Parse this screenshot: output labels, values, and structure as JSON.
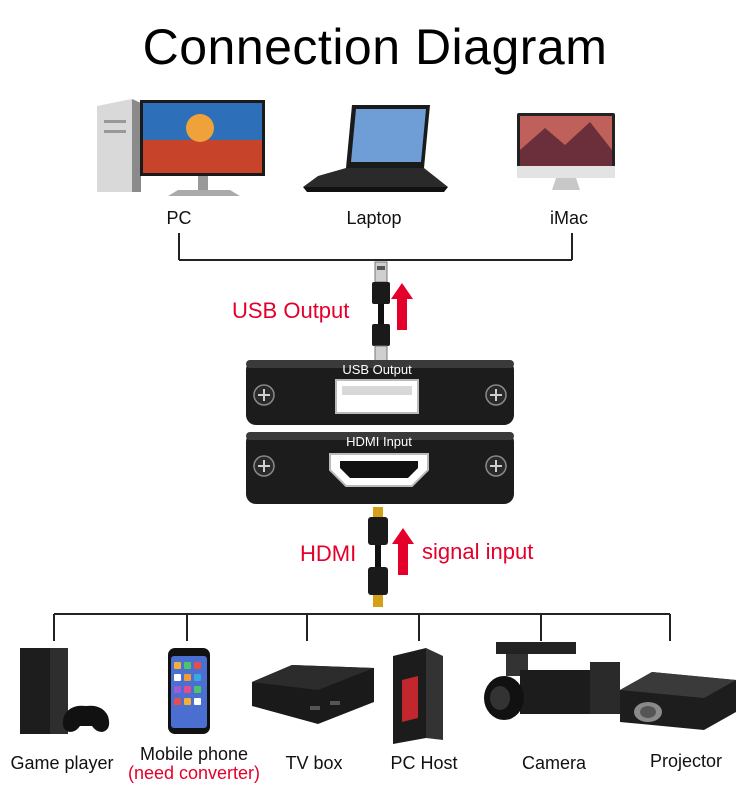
{
  "title": "Connection Diagram",
  "hosts": [
    {
      "label": "PC"
    },
    {
      "label": "Laptop"
    },
    {
      "label": "iMac"
    }
  ],
  "usb_output_label": "USB Output",
  "device": {
    "top_port_label": "USB Output",
    "bottom_port_label": "HDMI Input"
  },
  "hdmi_left_label": "HDMI",
  "hdmi_right_label": "signal input",
  "sources": [
    {
      "label": "Game player"
    },
    {
      "label": "Mobile phone",
      "note": "(need converter)"
    },
    {
      "label": "TV box"
    },
    {
      "label": "PC Host"
    },
    {
      "label": "Camera"
    },
    {
      "label": "Projector"
    }
  ],
  "colors": {
    "accent": "#e4002b",
    "device": "#1c1c1c",
    "line": "#222222"
  }
}
